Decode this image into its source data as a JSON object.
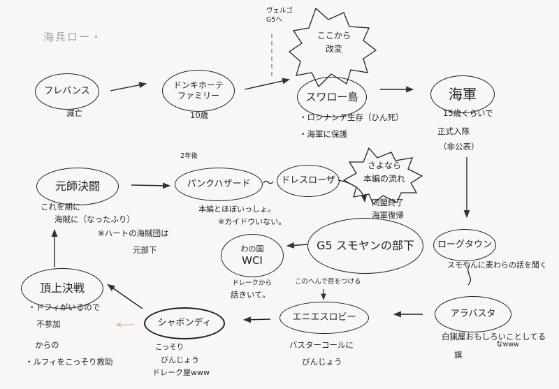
{
  "title": "海兵ロー・",
  "nodes": {
    "flevance": {
      "label": "フレバンス",
      "note": "滅亡"
    },
    "donquixote": {
      "label": "ドンキホーテ\nファミリー",
      "note": "10歳"
    },
    "swallow": {
      "label": "スワロー島",
      "notes": [
        "・ロシナンテ生存（ひん死）",
        "・海軍に保護"
      ]
    },
    "navy": {
      "label": "海軍",
      "notes": [
        "15歳くらいで",
        "正式入隊",
        "（非公表）"
      ]
    },
    "loguetown": {
      "label": "ローグタウン",
      "note": "スモやんに麦わらの話を聞く"
    },
    "alabasta": {
      "label": "アラバスタ",
      "note_line1": "白猟屋おもしろいことしてる",
      "note_line2": "なwww",
      "note_extra": "旗"
    },
    "enies": {
      "label": "エニエスロビー",
      "notes": [
        "バスターコールに",
        "びんじょう"
      ],
      "above_note": "このへんで目をつける"
    },
    "sabaody": {
      "label": "シャボンディ",
      "notes": [
        "こっそり",
        "びんじょう",
        "ドレーク屋www"
      ]
    },
    "marineford": {
      "label": "頂上決戦",
      "notes": [
        "・ドフィがいるので",
        "不参加"
      ],
      "notes2": [
        "からの",
        "・ルフィをこっそり救助"
      ]
    },
    "g5": {
      "label": "G5 スモヤンの部下"
    },
    "wci": {
      "label": "WCI",
      "sub": "わの国",
      "notes": [
        "ドレークから",
        "話きいて。"
      ]
    },
    "punk_hazard": {
      "label": "パンクハザード",
      "above_note": "2年後",
      "notes": [
        "本編とほぼいっしょ。",
        "※カイドウいない。"
      ]
    },
    "dressrosa": {
      "label": "ドレスローザ",
      "note": "同盟終了\n海軍復帰"
    },
    "master_duel": {
      "label": "元師決闘",
      "notes": [
        "これを期に",
        "海賊に（なったふり）",
        "※ハートの海賊団は",
        "元部下"
      ]
    }
  },
  "bursts": {
    "change": "ここから\n改変",
    "goodbye": "さよなら\n本編の流れ"
  },
  "vergo_note": "ヴェルゴ\nG5へ",
  "edge_tilde": "〜"
}
